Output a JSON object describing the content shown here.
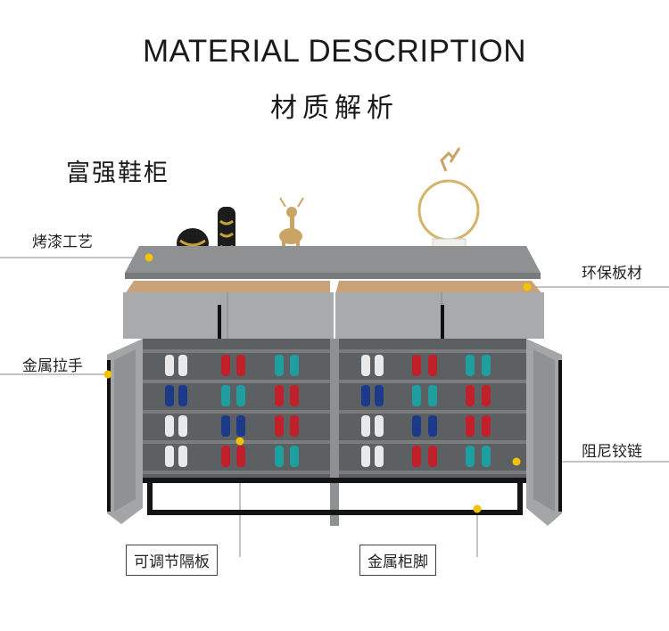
{
  "header": {
    "title_en": "MATERIAL DESCRIPTION",
    "title_cn": "材质解析"
  },
  "product": {
    "name": "富强鞋柜"
  },
  "features": {
    "paint": "烤漆工艺",
    "eco_board": "环保板材",
    "metal_handle": "金属拉手",
    "damping_hinge": "阻尼铰链",
    "adjustable_shelf": "可调节隔板",
    "metal_legs": "金属柜脚"
  },
  "colors": {
    "cabinet": "#9a9c9e",
    "cabinet_dark": "#6f7274",
    "marker": "#f2c200",
    "metal": "#1a1a1a"
  }
}
